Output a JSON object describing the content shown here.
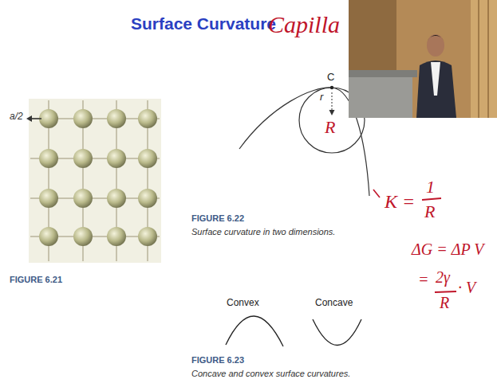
{
  "diagram": {
    "title": "Surface Curvature",
    "labels": [
      "a/2",
      "FIGURE 6.21",
      "Capilla",
      "C",
      "r",
      "R",
      "K =",
      "1",
      "R",
      "FIGURE 6.22",
      "Surface curvature in two dimensions.",
      "ΔG = ΔP V",
      "=",
      "2γ",
      "R",
      "· V",
      "Convex",
      "Concave",
      "FIGURE 6.23",
      "Concave and convex surface curvatures."
    ]
  }
}
